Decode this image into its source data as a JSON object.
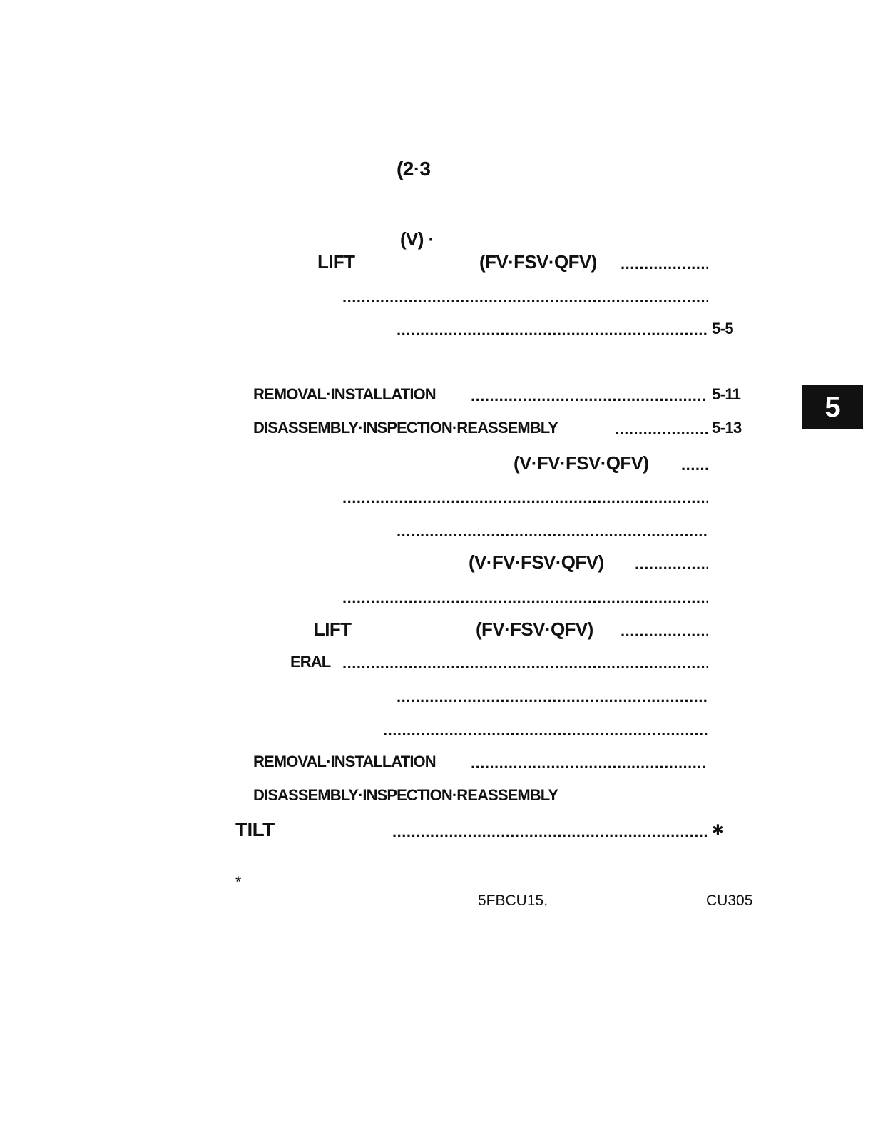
{
  "toc": [
    {
      "title": "(2·3"
    },
    {
      "title": "(V) ·"
    },
    {
      "left": "LIFT",
      "right": "(FV·FSV·QFV)"
    },
    {
      "title": ""
    },
    {
      "page": "5-5"
    },
    {
      "title": "REMOVAL·INSTALLATION",
      "page": "5-11"
    },
    {
      "title": "DISASSEMBLY·INSPECTION·REASSEMBLY",
      "page": "5-13"
    },
    {
      "title": "(V·FV·FSV·QFV)"
    },
    {
      "title": ""
    },
    {
      "title": ""
    },
    {
      "title": "(V·FV·FSV·QFV)"
    },
    {
      "title": ""
    },
    {
      "left": "LIFT",
      "right": "(FV·FSV·QFV)"
    },
    {
      "title": "ERAL"
    },
    {
      "title": ""
    },
    {
      "title": ""
    },
    {
      "title": "REMOVAL·INSTALLATION"
    },
    {
      "title": "DISASSEMBLY·INSPECTION·REASSEMBLY"
    },
    {
      "title": "TILT",
      "page": "✱"
    }
  ],
  "chapter_tab": "5",
  "footnote": {
    "mark": "*",
    "model_a": "5FBCU15,",
    "model_b": "CU305"
  }
}
